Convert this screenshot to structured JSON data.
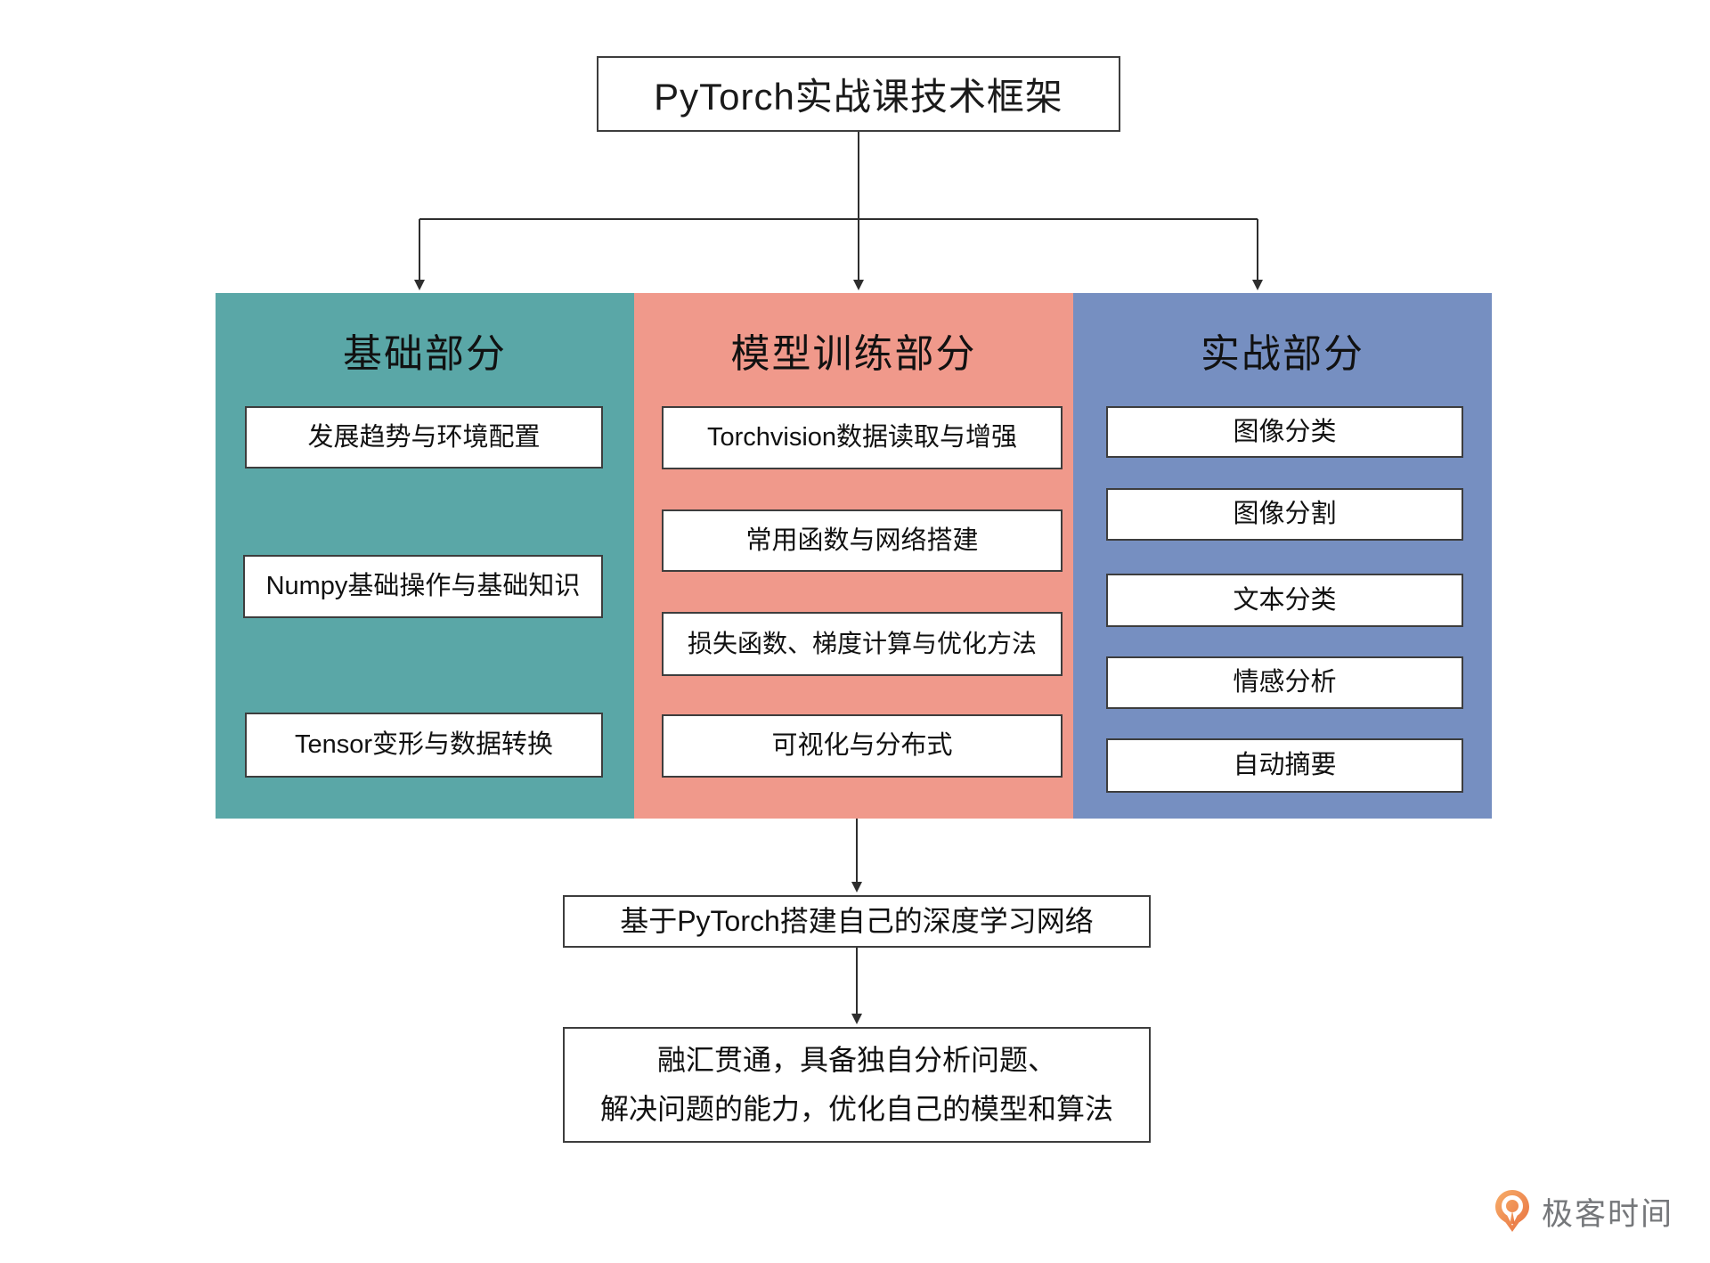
{
  "title": "PyTorch实战课技术框架",
  "columns": [
    {
      "header": "基础部分",
      "color": "#5AA7A7",
      "boxes": [
        "发展趋势与环境配置",
        "Numpy基础操作与基础知识",
        "Tensor变形与数据转换"
      ]
    },
    {
      "header": "模型训练部分",
      "color": "#F0998B",
      "boxes": [
        "Torchvision数据读取与增强",
        "常用函数与网络搭建",
        "损失函数、梯度计算与优化方法",
        "可视化与分布式"
      ]
    },
    {
      "header": "实战部分",
      "color": "#768FC1",
      "boxes": [
        "图像分类",
        "图像分割",
        "文本分类",
        "情感分析",
        "自动摘要"
      ]
    }
  ],
  "flow": {
    "build_network": "基于PyTorch搭建自己的深度学习网络",
    "mastery_line1": "融汇贯通，具备独自分析问题、",
    "mastery_line2": "解决问题的能力，优化自己的模型和算法"
  },
  "footer": {
    "brand": "极客时间",
    "brand_icon": "geektime-pin-icon",
    "icon_color_light": "#F7AE6A",
    "icon_color_dark": "#E8703F",
    "text_color": "#75777A"
  },
  "line_color": "#2E2E2E"
}
